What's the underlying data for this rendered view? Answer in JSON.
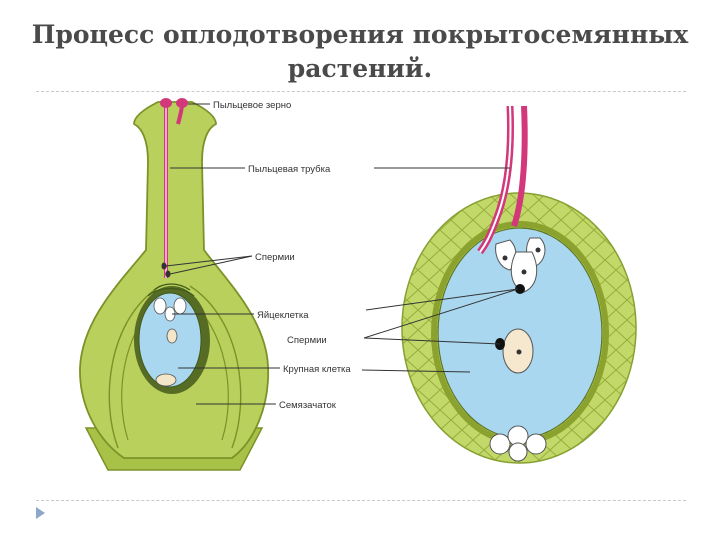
{
  "slide": {
    "title_line1": "Процесс оплодотворения покрытосемянных",
    "title_line2": "растений."
  },
  "diagram": {
    "labels": {
      "pollen_grain": "Пыльцевое зерно",
      "pollen_tube": "Пыльцевая трубка",
      "sperm_top": "Спермии",
      "egg_cell": "Яйцеклетка",
      "sperm_bottom": "Спермии",
      "central_cell": "Крупная клетка",
      "ovule": "Семязачаток"
    },
    "colors": {
      "tissue": "#bcd25e",
      "tissue_dark": "#8ca22e",
      "cavity": "#a9d7f0",
      "pollen_tube": "#d2387a",
      "leader": "#333333"
    }
  }
}
